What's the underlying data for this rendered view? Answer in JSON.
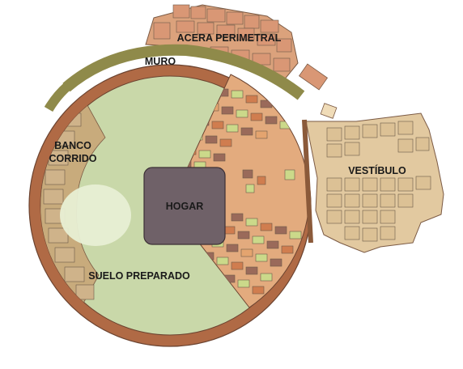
{
  "labels": {
    "acera": "ACERA PERIMETRAL",
    "muro": "MURO",
    "banco_line1": "BANCO",
    "banco_line2": "CORRIDO",
    "hogar": "HOGAR",
    "vestibulo": "VESTÍBULO",
    "suelo": "SUELO PREPARADO"
  },
  "colors": {
    "floor_green": "#c9d8a9",
    "wall_brown": "#b06a45",
    "wall_outer_olive": "#8f8a4a",
    "hearth_gray": "#6f6168",
    "vestibule_tan": "#e2c9a0",
    "paving_orange": "#e3ab7e",
    "bench_tan": "#c8ab7c",
    "light_patch": "#e8efd4"
  }
}
